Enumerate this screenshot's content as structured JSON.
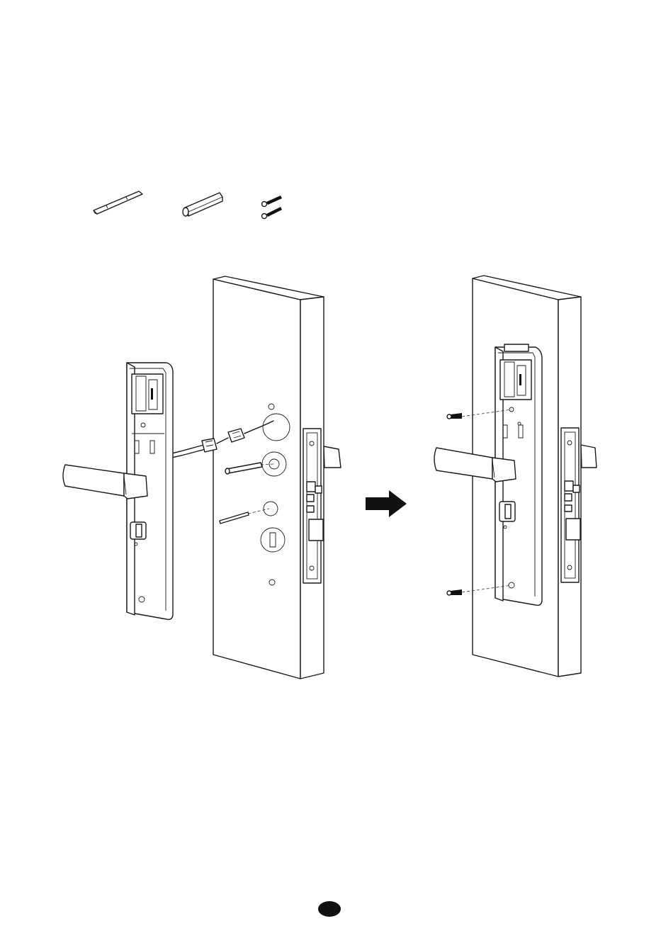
{
  "colors": {
    "line": "#1a1a1a",
    "background": "#ffffff",
    "arrow": "#111111",
    "page_marker": "#111111"
  },
  "parts": [
    {
      "name": "square-spindle-rod"
    },
    {
      "name": "hex-spindle-sleeve"
    },
    {
      "name": "mounting-screws"
    }
  ],
  "steps": [
    {
      "name": "step-connect-cable-and-insert-spindles"
    },
    {
      "name": "step-fasten-screws"
    }
  ],
  "arrow": {
    "icon": "right-arrow-icon"
  },
  "page_marker": {
    "icon": "page-number-oval"
  }
}
